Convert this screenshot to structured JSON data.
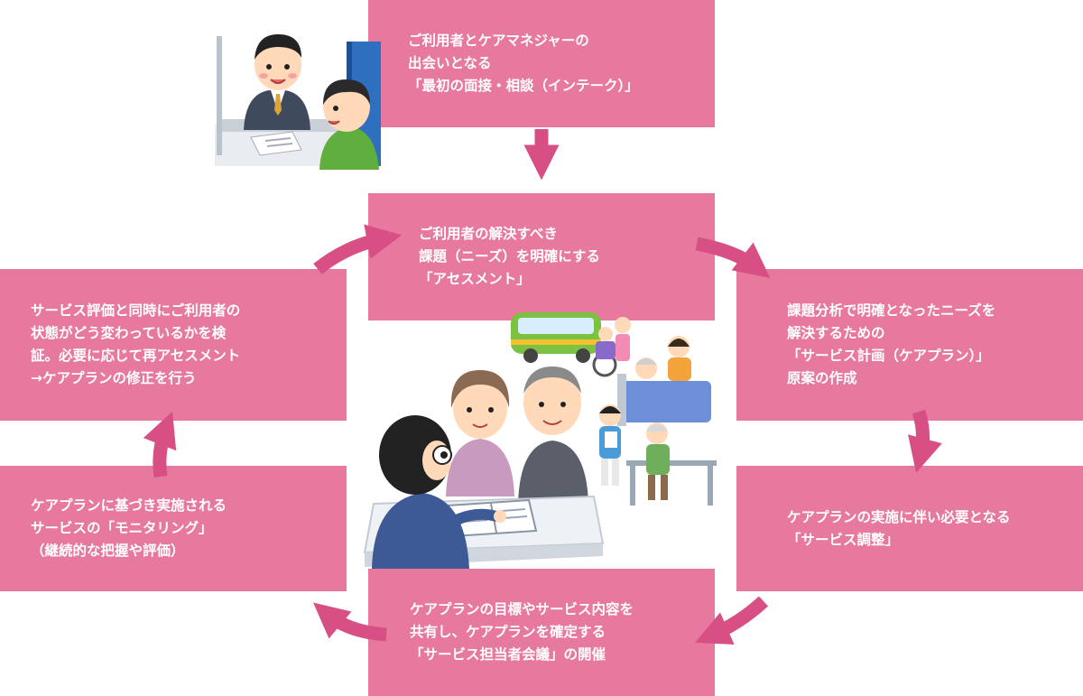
{
  "colors": {
    "box": "#e8799e",
    "arrow": "#d84f85",
    "text": "#ffffff"
  },
  "steps": {
    "intake": [
      "ご利用者とケアマネジャーの",
      "出会いとなる",
      "「最初の面接・相談（インテーク）」"
    ],
    "assessment": [
      "ご利用者の解決すべき",
      "課題（ニーズ）を明確にする",
      "「アセスメント」"
    ],
    "care_plan": [
      "課題分析で明確となったニーズを",
      "解決するための",
      "「サービス計画（ケアプラン）」",
      "原案の作成"
    ],
    "coordination": [
      "ケアプランの実施に伴い必要となる",
      "「サービス調整」"
    ],
    "meeting": [
      "ケアプランの目標やサービス内容を",
      "共有し、ケアプランを確定する",
      "「サービス担当者会議」の開催"
    ],
    "monitoring": [
      "ケアプランに基づき実施される",
      "サービスの「モニタリング」",
      "（継続的な把握や評価）"
    ],
    "evaluation": [
      "サービス評価と同時にご利用者の",
      "状態がどう変わっているかを検",
      "証。必要に応じて再アセスメント",
      "→ケアプランの修正を行う"
    ]
  },
  "icons": [
    "consultation-illustration",
    "care-meeting-illustration",
    "arrow-icon"
  ]
}
